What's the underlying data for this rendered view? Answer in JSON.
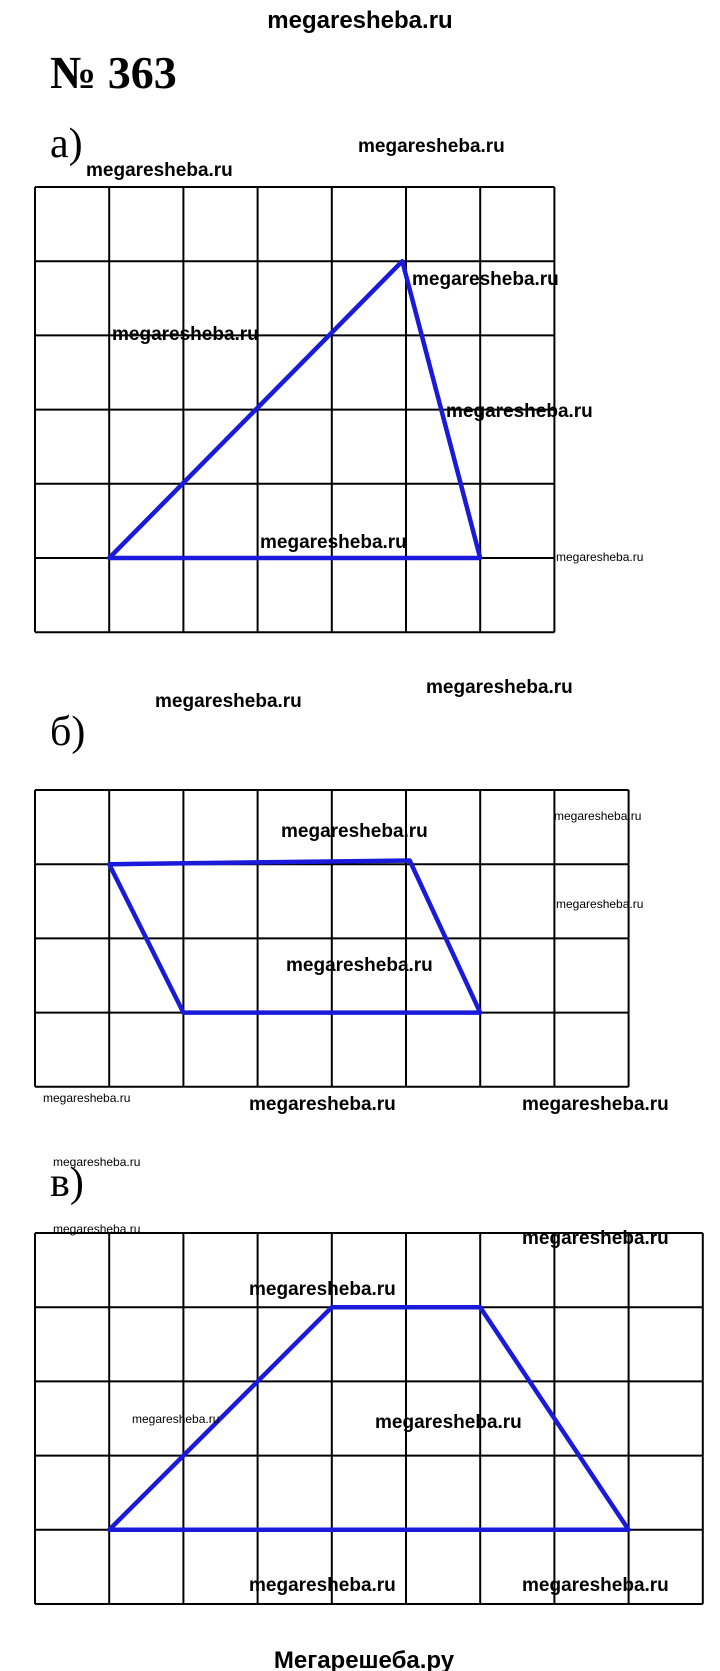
{
  "header": {
    "site": "megaresheba.ru"
  },
  "title": "№ 363",
  "footer": "Мегарешеба.ру",
  "colors": {
    "shape": "#1a1adb",
    "grid": "#000000"
  },
  "parts": [
    {
      "label": "а)",
      "cols": 7,
      "rows": 6,
      "shape": "triangle",
      "vertices": [
        [
          1,
          5
        ],
        [
          4.95,
          1
        ],
        [
          6,
          5
        ]
      ]
    },
    {
      "label": "б)",
      "cols": 8,
      "rows": 4,
      "shape": "parallelogram",
      "vertices": [
        [
          1,
          1
        ],
        [
          5.05,
          0.95
        ],
        [
          6,
          3
        ],
        [
          2,
          3
        ]
      ]
    },
    {
      "label": "в)",
      "cols": 9,
      "rows": 5,
      "shape": "trapezoid",
      "vertices": [
        [
          1,
          4
        ],
        [
          4,
          1
        ],
        [
          6,
          1
        ],
        [
          8,
          4
        ]
      ]
    }
  ],
  "watermarks": [
    "megaresheba.ru",
    "megaresheba.ru",
    "megaresheba.ru",
    "megaresheba.ru",
    "megaresheba.ru",
    "megaresheba.ru",
    "megaresheba.ru",
    "megaresheba.ru",
    "megaresheba.ru",
    "megaresheba.ru",
    "megaresheba.ru",
    "megaresheba.ru",
    "megaresheba.ru",
    "megaresheba.ru",
    "megaresheba.ru",
    "megaresheba.ru",
    "megaresheba.ru",
    "megaresheba.ru",
    "megaresheba.ru",
    "megaresheba.ru",
    "megaresheba.ru",
    "megaresheba.ru",
    "megaresheba.ru",
    "megaresheba.ru"
  ]
}
